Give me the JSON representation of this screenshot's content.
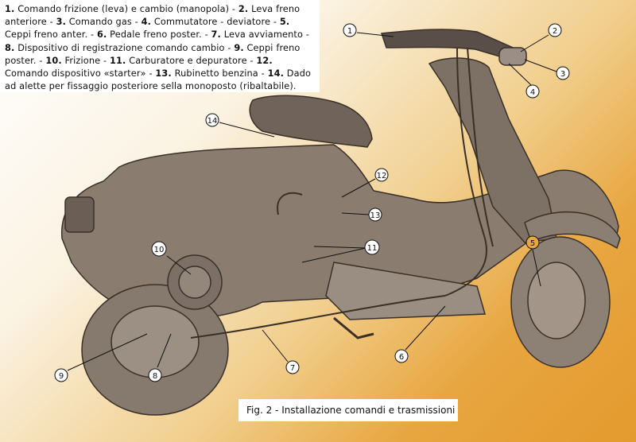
{
  "legend": {
    "items": [
      {
        "n": "1.",
        "t": "Comando frizione (leva) e cambio (manopola) -"
      },
      {
        "n": "2.",
        "t": "Leva freno anteriore -"
      },
      {
        "n": "3.",
        "t": "Comando gas -"
      },
      {
        "n": "4.",
        "t": "Commutatore - deviatore -"
      },
      {
        "n": "5.",
        "t": "Ceppi freno anter. -"
      },
      {
        "n": "6.",
        "t": "Pedale freno poster. -"
      },
      {
        "n": "7.",
        "t": "Leva avviamento -"
      },
      {
        "n": "8.",
        "t": "Dispositivo di registrazione comando cambio -"
      },
      {
        "n": "9.",
        "t": "Ceppi freno poster. -"
      },
      {
        "n": "10.",
        "t": "Frizione -"
      },
      {
        "n": "11.",
        "t": "Carburatore e depuratore -"
      },
      {
        "n": "12.",
        "t": "Comando dispositivo «starter» -"
      },
      {
        "n": "13.",
        "t": "Rubinetto benzina -"
      },
      {
        "n": "14.",
        "t": "Dado ad alette per fissaggio posteriore sella monoposto (ribaltabile)."
      }
    ]
  },
  "caption": "Fig. 2 - Installazione comandi e trasmissioni",
  "callouts": [
    "1",
    "2",
    "3",
    "4",
    "5",
    "6",
    "7",
    "8",
    "9",
    "10",
    "11",
    "12",
    "13",
    "14"
  ],
  "colors": {
    "body": "#8a7d70",
    "outline": "#3a3028",
    "callout_highlight": "#e8a640",
    "background_end": "#e39a2e"
  }
}
